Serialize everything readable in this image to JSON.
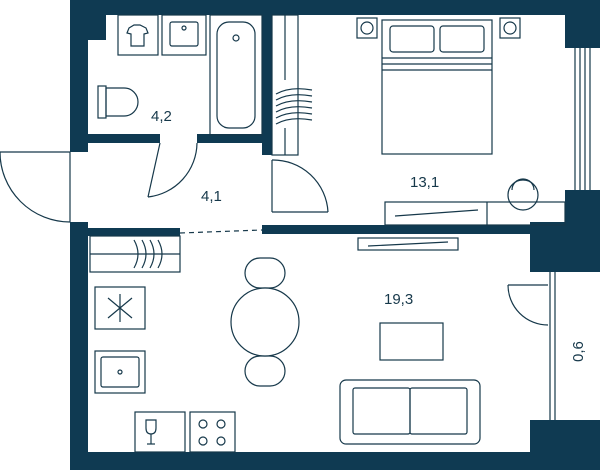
{
  "colors": {
    "wall": "#0f3a52",
    "line": "#16384a",
    "fill": "#ffffff"
  },
  "rooms": [
    {
      "id": "bathroom",
      "area": "4,2"
    },
    {
      "id": "hall",
      "area": "4,1"
    },
    {
      "id": "bedroom",
      "area": "13,1"
    },
    {
      "id": "kitchen-living",
      "area": "19,3"
    },
    {
      "id": "balcony",
      "area": "0,6"
    }
  ],
  "icons": [
    "washing-machine-icon",
    "sink-icon",
    "bathtub-icon",
    "toilet-icon",
    "towel-radiator-icon",
    "double-bed-icon",
    "air-conditioner-icon",
    "desk-icon",
    "chair-icon",
    "tv-icon",
    "wardrobe-icon",
    "radiator-icon",
    "fridge-icon",
    "dining-table-icon",
    "kitchen-sink-icon",
    "cooktop-icon",
    "oven-icon",
    "sofa-icon",
    "coffee-table-icon",
    "door-icon",
    "window-icon"
  ]
}
